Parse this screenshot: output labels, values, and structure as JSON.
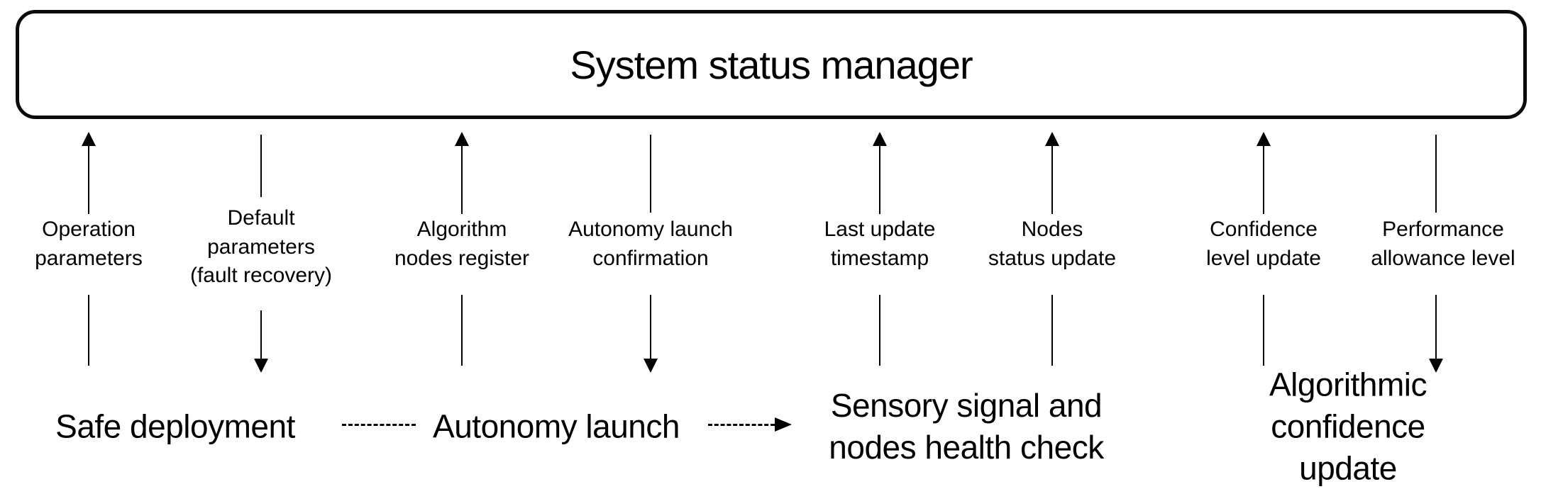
{
  "page": {
    "background_color": "#ffffff",
    "ink_color": "#000000"
  },
  "manager_box": {
    "title": "System status manager"
  },
  "connectors": [
    {
      "label": "Operation\nparameters",
      "direction": "up"
    },
    {
      "label": "Default\nparameters\n(fault recovery)",
      "direction": "down"
    },
    {
      "label": "Algorithm\nnodes register",
      "direction": "up"
    },
    {
      "label": "Autonomy launch\nconfirmation",
      "direction": "down"
    },
    {
      "label": "Last update\ntimestamp",
      "direction": "up"
    },
    {
      "label": "Nodes\nstatus update",
      "direction": "up"
    },
    {
      "label": "Confidence\nlevel update",
      "direction": "up"
    },
    {
      "label": "Performance\nallowance level",
      "direction": "down"
    }
  ],
  "stages": [
    {
      "label": "Safe deployment"
    },
    {
      "label": "Autonomy launch"
    },
    {
      "label": "Sensory signal and\nnodes health check"
    },
    {
      "label": "Algorithmic\nconfidence update"
    }
  ],
  "flow_links": [
    {
      "from": "Safe deployment",
      "to": "Autonomy launch",
      "style": "dashed",
      "arrowhead": false
    },
    {
      "from": "Autonomy launch",
      "to": "Sensory signal and nodes health check",
      "style": "dashed",
      "arrowhead": true
    }
  ]
}
